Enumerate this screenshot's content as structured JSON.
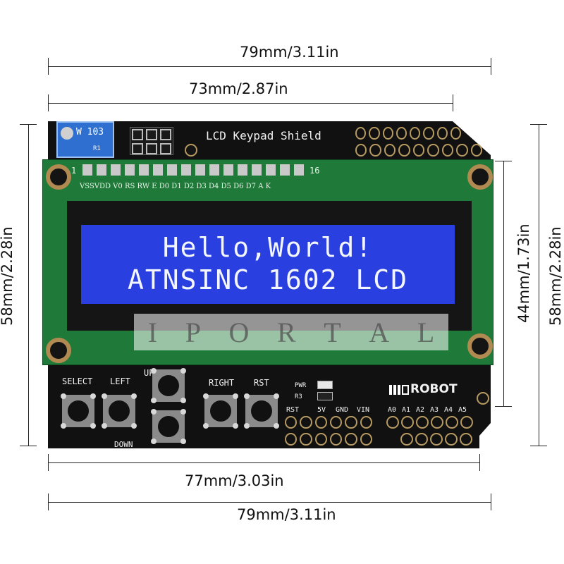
{
  "dimensions": {
    "top_outer": "79mm/3.11in",
    "top_inner": "73mm/2.87in",
    "bottom_inner": "77mm/3.03in",
    "bottom_outer": "79mm/3.11in",
    "left": "58mm/2.28in",
    "right_inner": "44mm/1.73in",
    "right_outer": "58mm/2.28in"
  },
  "board": {
    "title": "LCD Keypad Shield",
    "pin_first": "1",
    "pin_last": "16",
    "pin_labels": "VSSVDD V0 RS RW E  D0 D1 D2 D3 D4 D5 D6 D7  A  K",
    "pot_label": "W 103",
    "pot_ref": "R1",
    "pwr_label": "PWR",
    "r3_label": "R3",
    "brand": "ROBOT",
    "power_pins": [
      "RST",
      "5V",
      "GND",
      "VIN"
    ],
    "analog_pins": [
      "A0",
      "A1",
      "A2",
      "A3",
      "A4",
      "A5"
    ]
  },
  "lcd": {
    "line1": "Hello,World!",
    "line2": "ATNSINC 1602 LCD"
  },
  "buttons": {
    "select": "SELECT",
    "left": "LEFT",
    "up": "UP",
    "down": "DOWN",
    "right": "RIGHT",
    "rst": "RST"
  },
  "watermark": [
    "I",
    "P",
    "O",
    "R",
    "T",
    "A",
    "L"
  ],
  "colors": {
    "pcb": "#111111",
    "lcd_module": "#1f7a3a",
    "lcd_screen": "#2a3fe0",
    "lcd_text": "#f4f6ff"
  }
}
